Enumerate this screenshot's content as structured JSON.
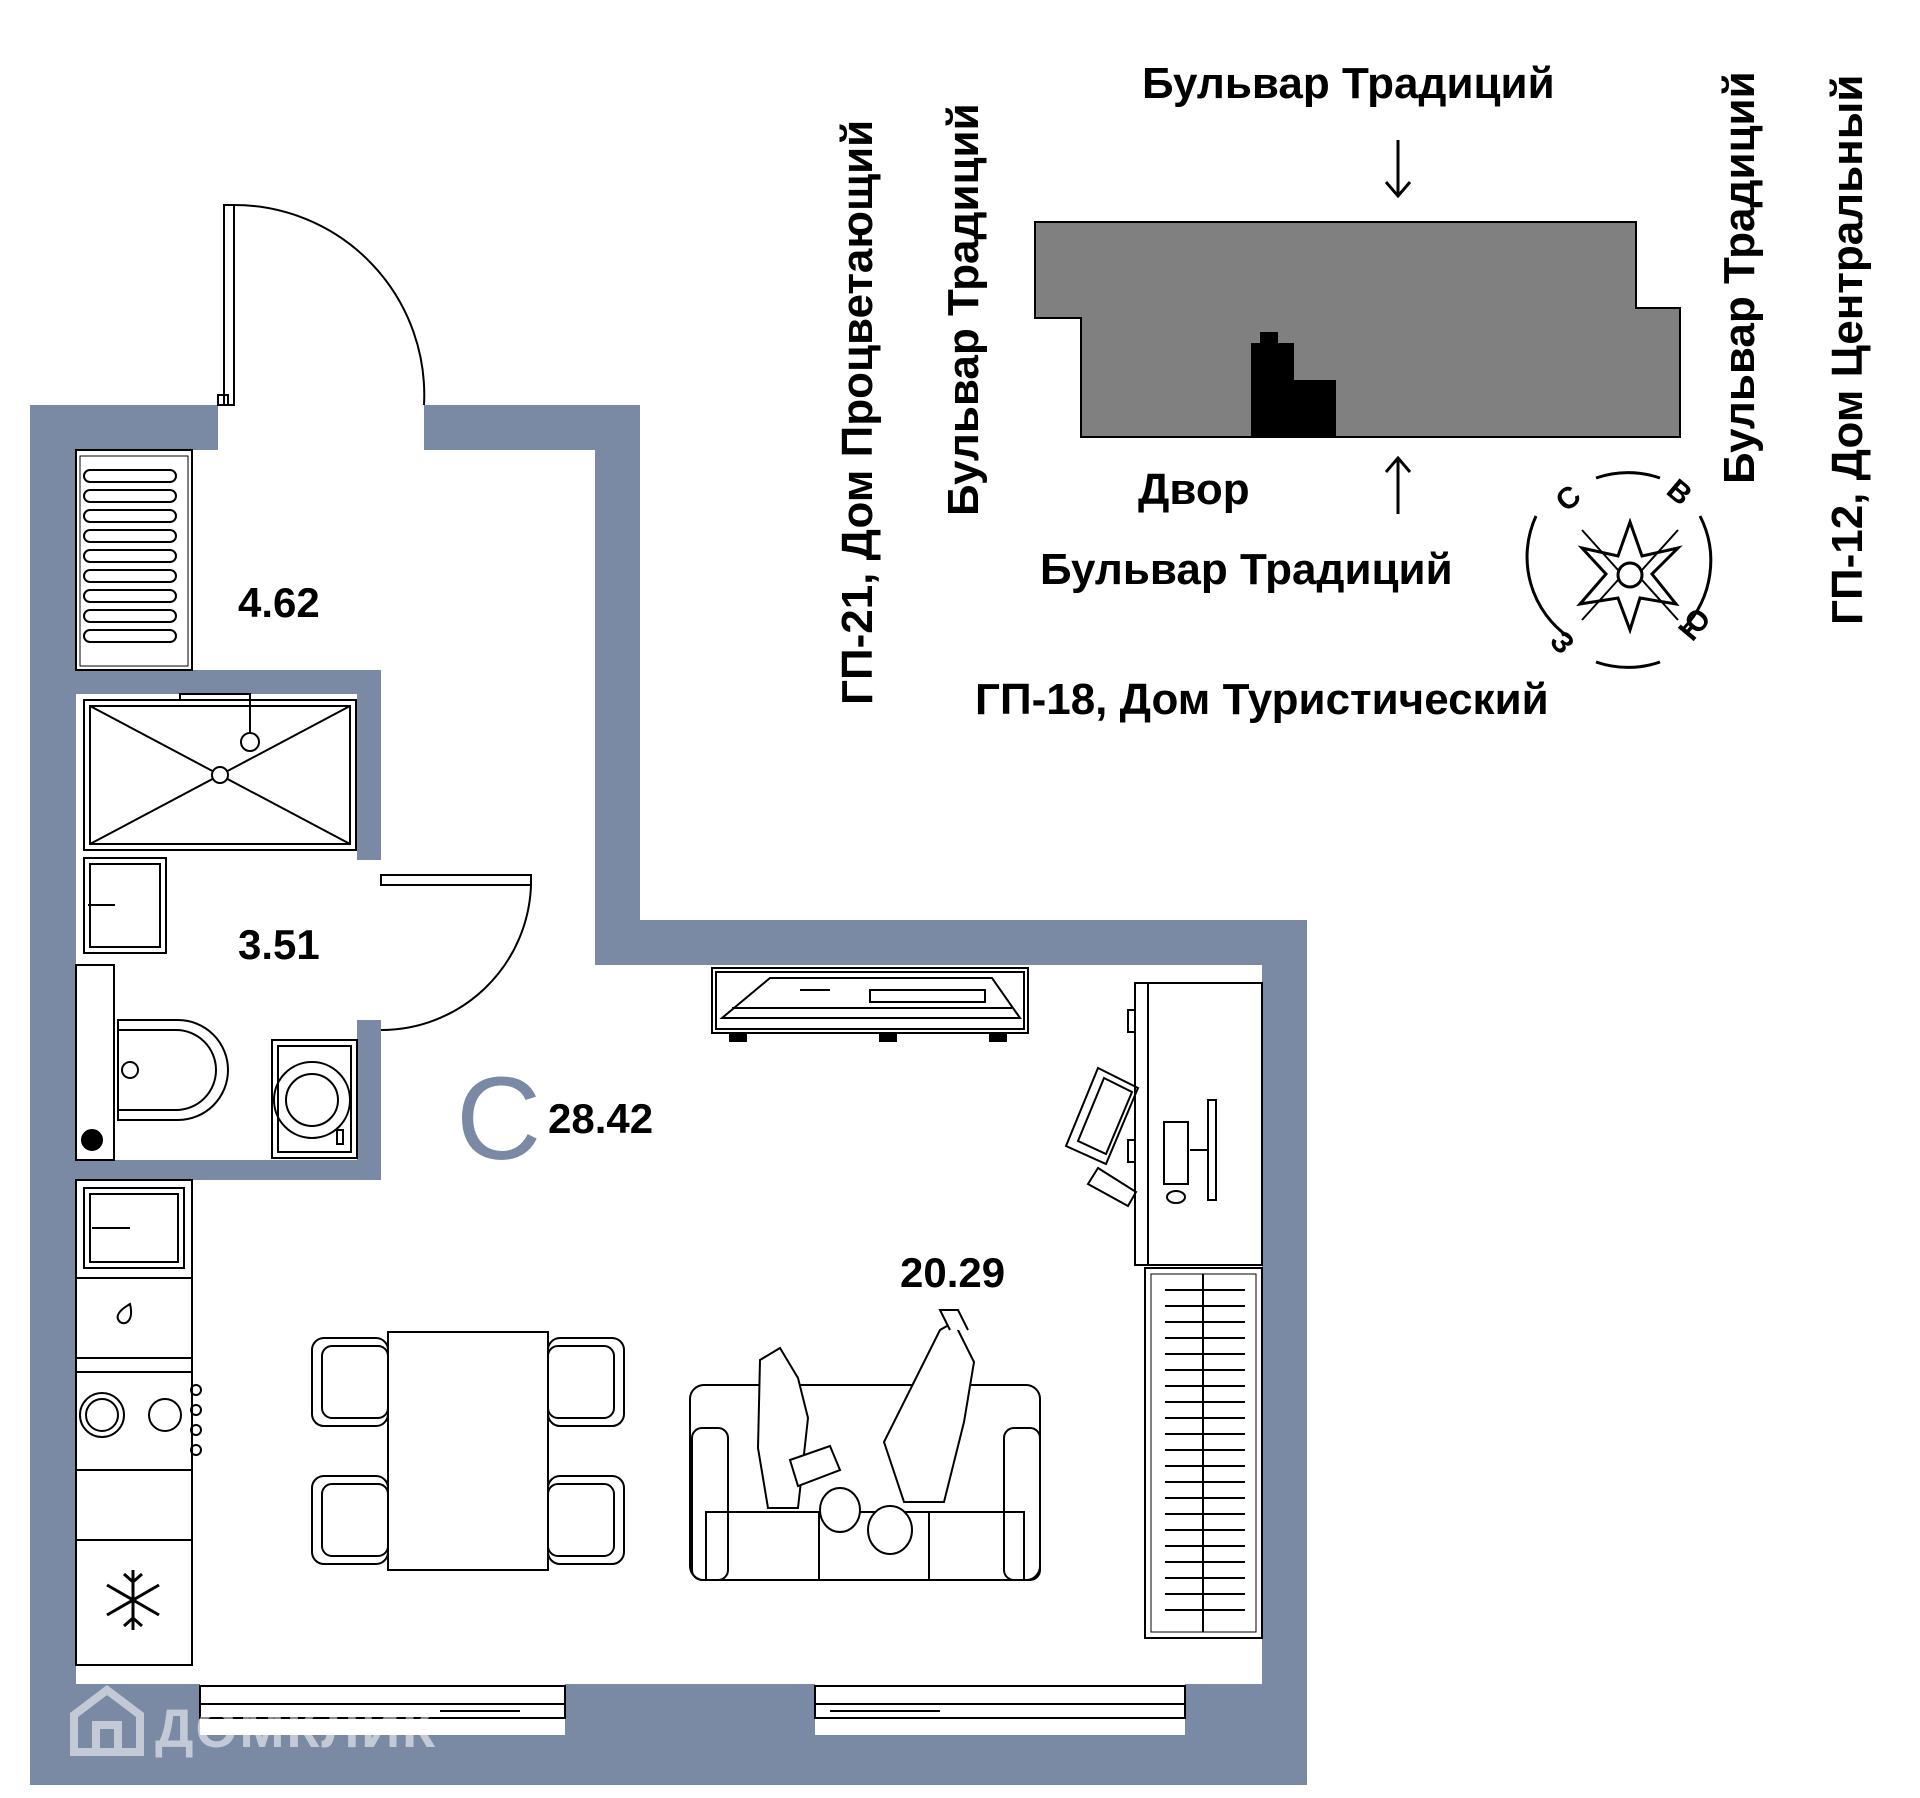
{
  "apartment": {
    "type_letter": "С",
    "total_area": "28.42",
    "rooms": {
      "hallway_area": "4.62",
      "bathroom_area": "3.51",
      "living_area": "20.29"
    }
  },
  "site_plan": {
    "street_top": "Бульвар Традиций",
    "street_bottom": "Бульвар Традиций",
    "courtyard": "Двор",
    "left_building": "ГП-21, Дом Процветающий",
    "left_street": "Бульвар Традиций",
    "right_street": "Бульвар Традиций",
    "right_building": "ГП-12, Дом Центральный",
    "bottom_building": "ГП-18, Дом Туристический"
  },
  "compass": {
    "north": "С",
    "east": "В",
    "south": "Ю",
    "west": "З"
  },
  "watermark": "ДОМКЛИК",
  "colors": {
    "wall": "#7a8aa5",
    "building": "#808080",
    "unit": "#000000"
  }
}
